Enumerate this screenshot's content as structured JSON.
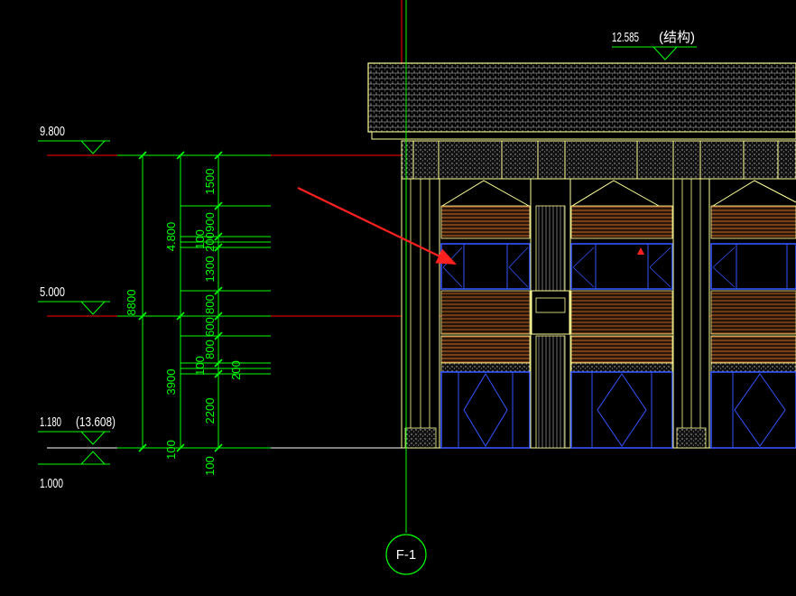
{
  "title_elevation": {
    "value": "12.585",
    "note": "(结构)"
  },
  "levels": [
    {
      "id": "level-9800",
      "label": "9.800"
    },
    {
      "id": "level-5000",
      "label": "5.000"
    },
    {
      "id": "level-1180",
      "label": "1.180",
      "extra": "(13.608)"
    },
    {
      "id": "level-1000",
      "label": "1.000"
    }
  ],
  "overall_dim": "8800",
  "mid_dims": [
    "4.800",
    "3900",
    "100"
  ],
  "inner_dims": [
    "1500",
    "900",
    "200",
    "100",
    "1300",
    "800",
    "600",
    "800",
    "100",
    "200",
    "2200",
    "100"
  ],
  "axis_label": "F-1",
  "colors": {
    "background": "#000000",
    "dimension": "#00ff00",
    "level_line": "#ff0000",
    "facade_outline": "#ffff99",
    "window": "#3355ff",
    "wood_panel": "#c86a28",
    "arrow": "#ff2020",
    "text": "#ffffff"
  }
}
